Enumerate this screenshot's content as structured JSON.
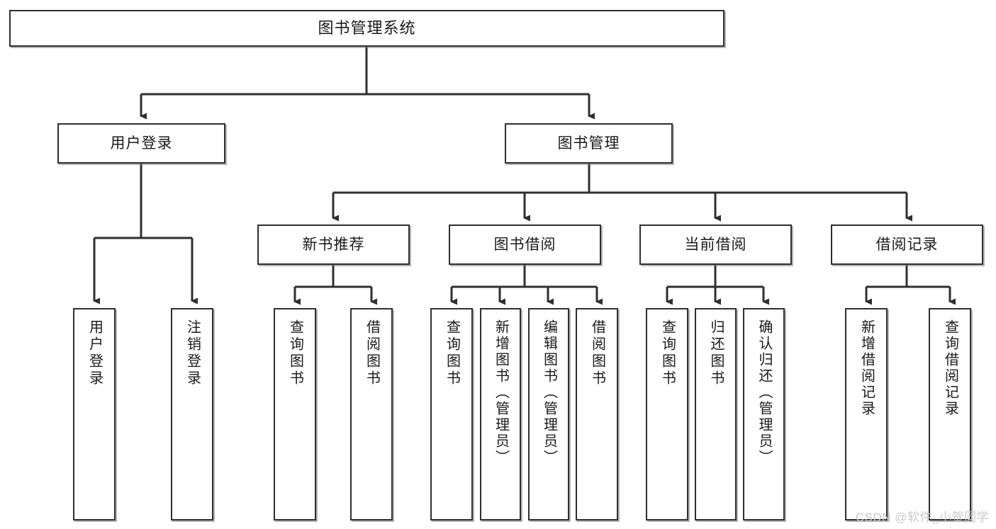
{
  "diagram": {
    "type": "tree",
    "title": "图书管理系统",
    "watermark": "CSDN @软件_小贺同学",
    "colors": {
      "box_border": "#2f2f2f",
      "box_fill": "#ffffff",
      "connector": "#2f2f2f",
      "background": "#ffffff",
      "watermark": "#c9c9c9"
    },
    "root": {
      "id": "root",
      "label": "图书管理系统",
      "level": 0,
      "orientation": "horizontal"
    },
    "level2": [
      {
        "id": "user-login",
        "label": "用户登录",
        "level": 1,
        "orientation": "horizontal"
      },
      {
        "id": "book-manage",
        "label": "图书管理",
        "level": 1,
        "orientation": "horizontal"
      }
    ],
    "level3": [
      {
        "id": "new-book-recommend",
        "label": "新书推荐",
        "level": 2,
        "orientation": "horizontal",
        "parent": "book-manage"
      },
      {
        "id": "book-borrow",
        "label": "图书借阅",
        "level": 2,
        "orientation": "horizontal",
        "parent": "book-manage"
      },
      {
        "id": "current-borrow",
        "label": "当前借阅",
        "level": 2,
        "orientation": "horizontal",
        "parent": "book-manage"
      },
      {
        "id": "borrow-record",
        "label": "借阅记录",
        "level": 2,
        "orientation": "horizontal",
        "parent": "book-manage"
      }
    ],
    "leaves": [
      {
        "id": "leaf-user-login",
        "label": "用户登录",
        "parent": "user-login",
        "orientation": "vertical"
      },
      {
        "id": "leaf-logout",
        "label": "注销登录",
        "parent": "user-login",
        "orientation": "vertical"
      },
      {
        "id": "leaf-query-book-1",
        "label": "查询图书",
        "parent": "new-book-recommend",
        "orientation": "vertical"
      },
      {
        "id": "leaf-borrow-book-1",
        "label": "借阅图书",
        "parent": "new-book-recommend",
        "orientation": "vertical"
      },
      {
        "id": "leaf-query-book-2",
        "label": "查询图书",
        "parent": "book-borrow",
        "orientation": "vertical"
      },
      {
        "id": "leaf-add-book",
        "label": "新增图书（管理员）",
        "parent": "book-borrow",
        "orientation": "vertical"
      },
      {
        "id": "leaf-edit-book",
        "label": "编辑图书（管理员）",
        "parent": "book-borrow",
        "orientation": "vertical"
      },
      {
        "id": "leaf-borrow-book-2",
        "label": "借阅图书",
        "parent": "book-borrow",
        "orientation": "vertical"
      },
      {
        "id": "leaf-query-book-3",
        "label": "查询图书",
        "parent": "current-borrow",
        "orientation": "vertical"
      },
      {
        "id": "leaf-return-book",
        "label": "归还图书",
        "parent": "current-borrow",
        "orientation": "vertical"
      },
      {
        "id": "leaf-confirm-return",
        "label": "确认归还（管理员）",
        "parent": "current-borrow",
        "orientation": "vertical"
      },
      {
        "id": "leaf-add-record",
        "label": "新增借阅记录",
        "parent": "borrow-record",
        "orientation": "vertical"
      },
      {
        "id": "leaf-query-record",
        "label": "查询借阅记录",
        "parent": "borrow-record",
        "orientation": "vertical"
      }
    ]
  }
}
